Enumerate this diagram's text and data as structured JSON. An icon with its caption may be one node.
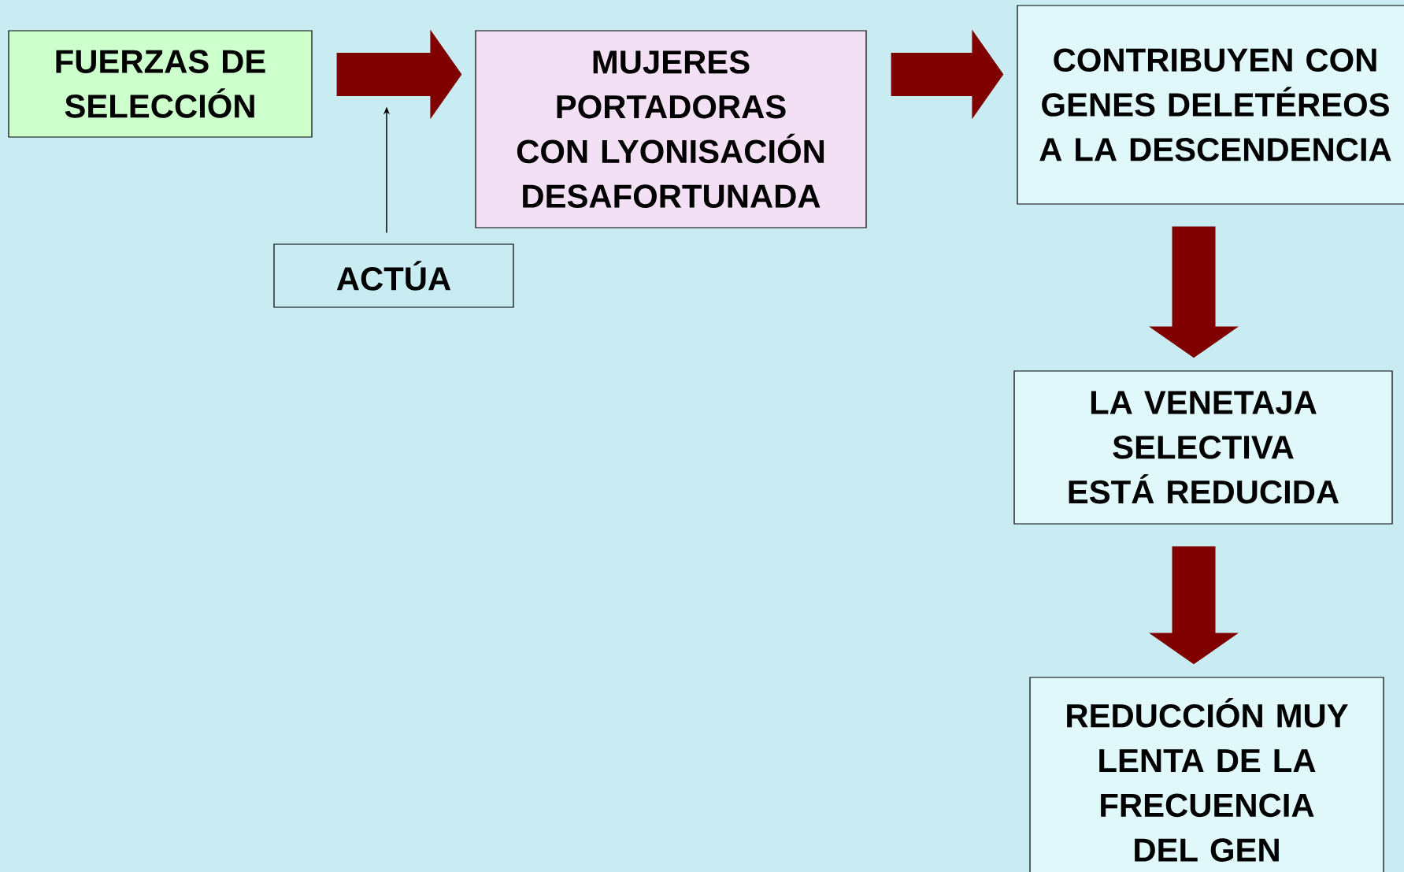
{
  "diagram": {
    "nodes": [
      {
        "text": [
          "FUERZAS DE SELECCIÓN"
        ]
      },
      {
        "text": [
          "MUJERES PORTADORAS CON LYONISACIÓN DESAFORTUNADA"
        ]
      },
      {
        "text": [
          "CONTRIBUYEN CON GENES DELETÉREOS A LA DESCENDENCIA"
        ]
      },
      {
        "text": [
          "ACTÚA"
        ]
      },
      {
        "text": [
          "LA VENETAJA SELECTIVA ESTÁ REDUCIDA"
        ]
      },
      {
        "text": [
          "REDUCCIÓN MUY LENTA DE LA FRECUENCIA DEL GEN"
        ]
      }
    ],
    "edges": [
      {
        "from": 0,
        "to": 1,
        "arrow": "to",
        "color": "#800000"
      },
      {
        "from": 1,
        "to": 2,
        "arrow": "to",
        "color": "#800000"
      },
      {
        "from": 3,
        "to": null,
        "arrow": "to",
        "color": "#000000"
      },
      {
        "from": 2,
        "to": 4,
        "arrow": "to",
        "color": "#800000"
      },
      {
        "from": 4,
        "to": 5,
        "arrow": "to",
        "color": "#800000"
      }
    ]
  }
}
